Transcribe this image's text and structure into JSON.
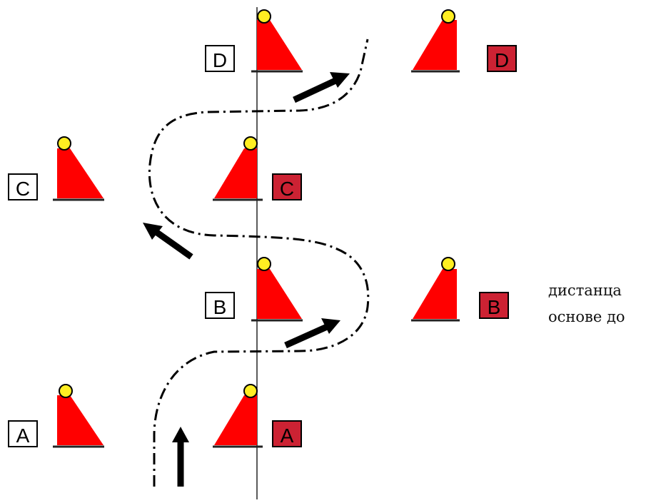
{
  "diagram": {
    "colors": {
      "cone_fill": "#ff0000",
      "cone_base": "#222222",
      "cone_top": "#ffee22",
      "label_red_fill": "#cc2233",
      "label_white_fill": "#ffffff",
      "path_line": "#000000",
      "arrow": "#000000",
      "center_line": "#000000"
    },
    "labels": {
      "D_white": "D",
      "D_red": "D",
      "C_white": "C",
      "C_red": "C",
      "B_white": "B",
      "B_red": "B",
      "A_white": "A",
      "A_red": "A"
    }
  },
  "caption": {
    "line1": "дистанца",
    "line2": "основе до"
  }
}
